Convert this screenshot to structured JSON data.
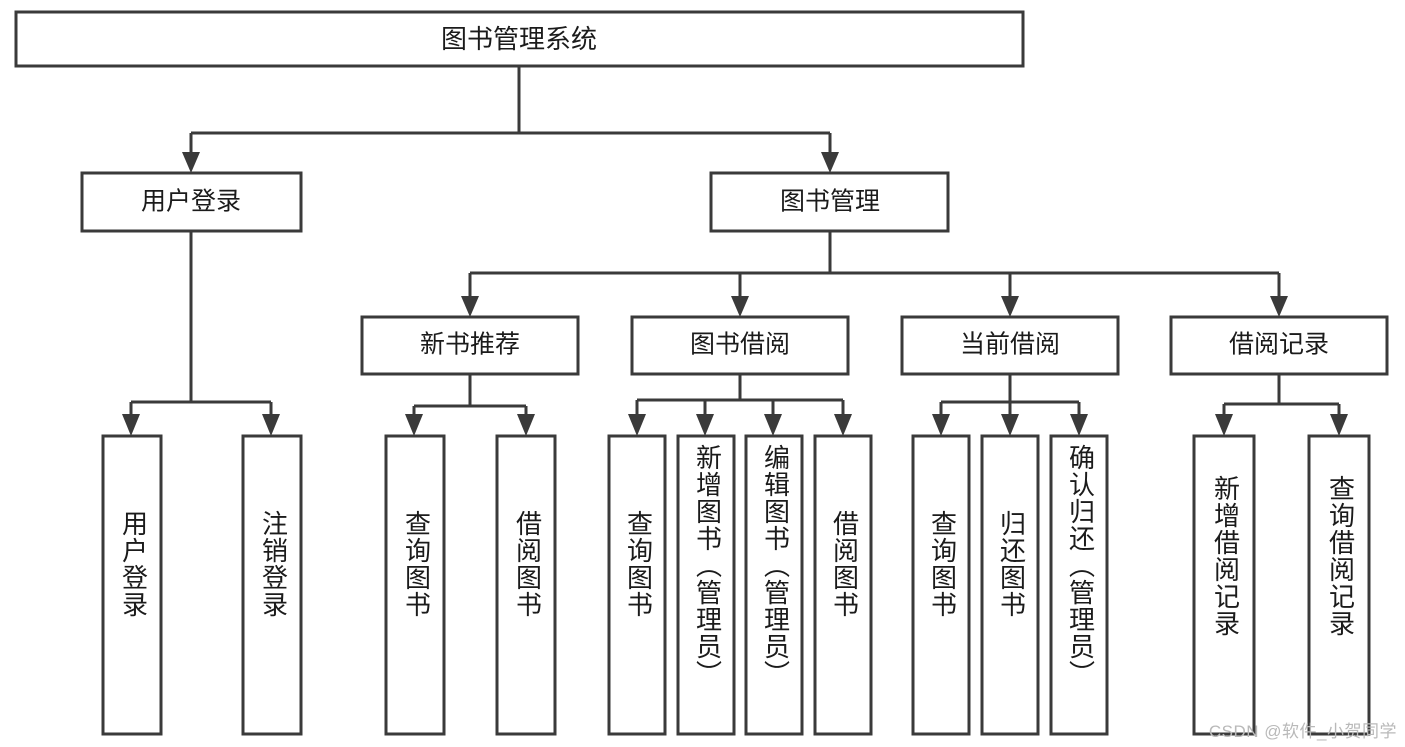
{
  "diagram": {
    "type": "hierarchy-tree",
    "title": "图书管理系统",
    "watermark": "CSDN @软件_小贺同学",
    "colors": {
      "box_stroke": "#3a3a3a",
      "box_fill": "#ffffff",
      "text": "#1b1b1b",
      "connector": "#3a3a3a",
      "watermark": "#b9b9b9",
      "background": "#ffffff"
    },
    "root": {
      "label": "图书管理系统"
    },
    "level2": [
      {
        "label": "用户登录"
      },
      {
        "label": "图书管理"
      }
    ],
    "level3": [
      {
        "label": "新书推荐"
      },
      {
        "label": "图书借阅"
      },
      {
        "label": "当前借阅"
      },
      {
        "label": "借阅记录"
      }
    ],
    "leaves": {
      "user_login": [
        {
          "label": "用户登录"
        },
        {
          "label": "注销登录"
        }
      ],
      "new_book_recommend": [
        {
          "label": "查询图书"
        },
        {
          "label": "借阅图书"
        }
      ],
      "book_borrow": [
        {
          "label": "查询图书"
        },
        {
          "label": "新增图书（管理员）"
        },
        {
          "label": "编辑图书（管理员）"
        },
        {
          "label": "借阅图书"
        }
      ],
      "current_borrow": [
        {
          "label": "查询图书"
        },
        {
          "label": "归还图书"
        },
        {
          "label": "确认归还（管理员）"
        }
      ],
      "borrow_record": [
        {
          "label": "新增借阅记录"
        },
        {
          "label": "查询借阅记录"
        }
      ]
    }
  }
}
